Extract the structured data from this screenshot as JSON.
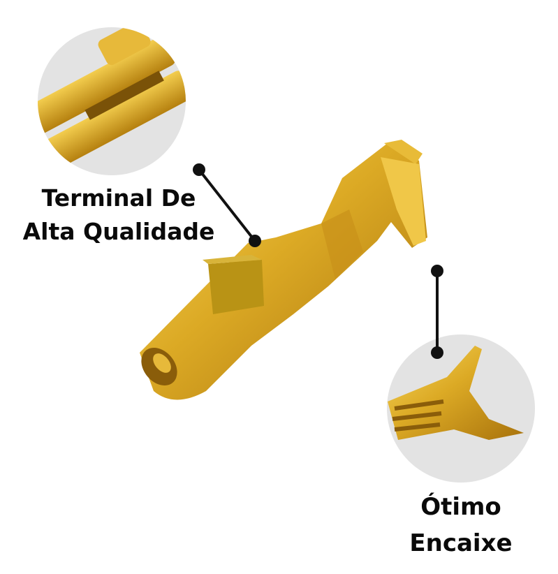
{
  "callouts": {
    "left": {
      "line1": "Terminal De",
      "line2": "Alta Qualidade"
    },
    "right": {
      "line1": "Ótimo",
      "line2": "Encaixe"
    }
  },
  "colors": {
    "brass": "#d9a520",
    "brass_light": "#f5d25a",
    "brass_dark": "#a8720c",
    "circle_bg": "#e3e3e3",
    "text": "#0a0a0a"
  }
}
